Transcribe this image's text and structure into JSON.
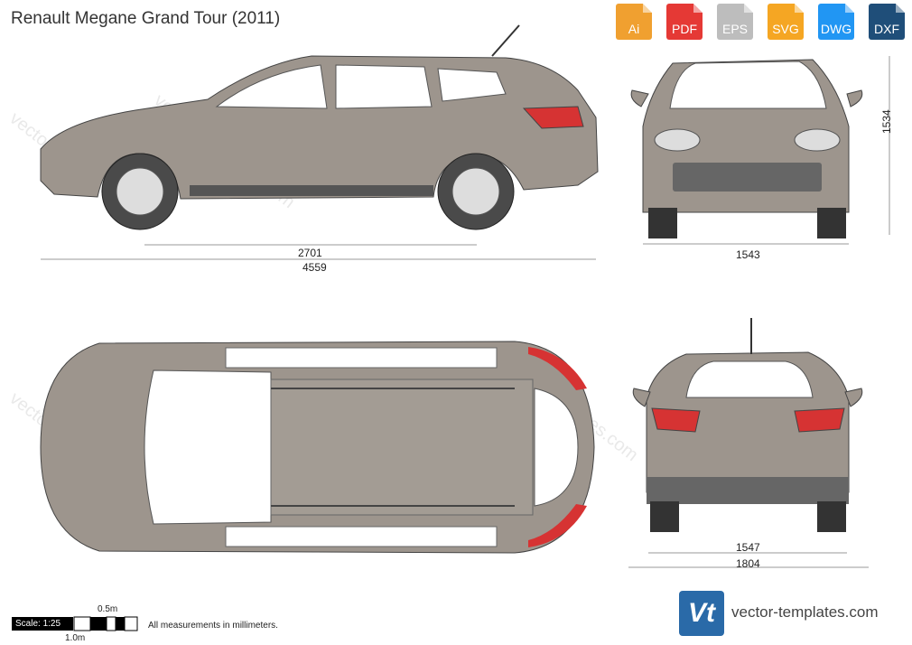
{
  "title": "Renault Megane Grand Tour (2011)",
  "formats": [
    {
      "label": "Ai",
      "color": "#f0a030"
    },
    {
      "label": "PDF",
      "color": "#e53935"
    },
    {
      "label": "EPS",
      "color": "#bdbdbd"
    },
    {
      "label": "SVG",
      "color": "#f5a623"
    },
    {
      "label": "DWG",
      "color": "#2196f3"
    },
    {
      "label": "DXF",
      "color": "#1f4e79"
    }
  ],
  "dimensions": {
    "wheelbase": "2701",
    "length": "4559",
    "front_track": "1543",
    "height": "1534",
    "rear_track": "1547",
    "width": "1804"
  },
  "scale": {
    "label": "Scale: 1:25",
    "half": "0.5m",
    "full": "1.0m"
  },
  "note": "All measurements in millimeters.",
  "brand": {
    "logo_text": "Vt",
    "site": "vector-templates.com"
  },
  "watermark": "vector-templates.com",
  "colors": {
    "body": "#9d958d",
    "glass": "#ffffff",
    "tail": "#d63333",
    "trim": "#555555"
  }
}
